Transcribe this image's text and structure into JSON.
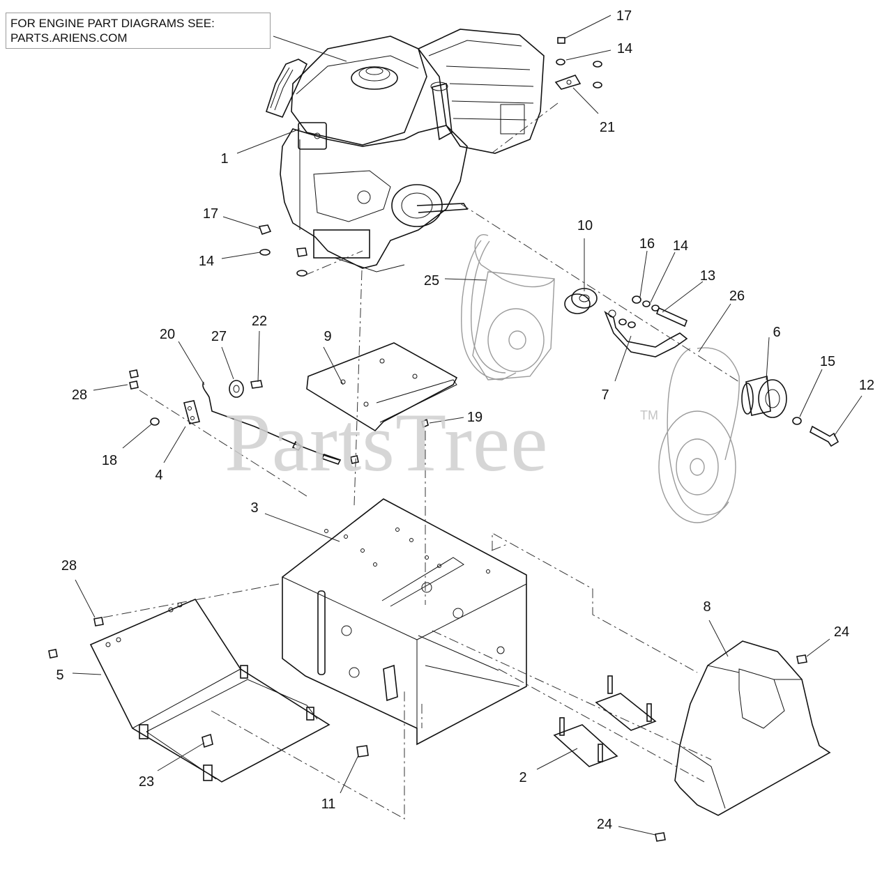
{
  "notice": {
    "line1": "FOR ENGINE PART DIAGRAMS SEE:",
    "line2": "PARTS.ARIENS.COM"
  },
  "watermark": {
    "text": "PartsTree",
    "tm": "TM"
  },
  "callouts": {
    "c1": "1",
    "c2": "2",
    "c3": "3",
    "c4": "4",
    "c5": "5",
    "c6": "6",
    "c7": "7",
    "c8": "8",
    "c9": "9",
    "c10": "10",
    "c11": "11",
    "c12": "12",
    "c13": "13",
    "c14a": "14",
    "c14b": "14",
    "c14c": "14",
    "c15": "15",
    "c16": "16",
    "c17a": "17",
    "c17b": "17",
    "c18": "18",
    "c19": "19",
    "c20": "20",
    "c21": "21",
    "c22": "22",
    "c23": "23",
    "c24a": "24",
    "c24b": "24",
    "c25": "25",
    "c26": "26",
    "c27": "27",
    "c28a": "28",
    "c28b": "28"
  }
}
